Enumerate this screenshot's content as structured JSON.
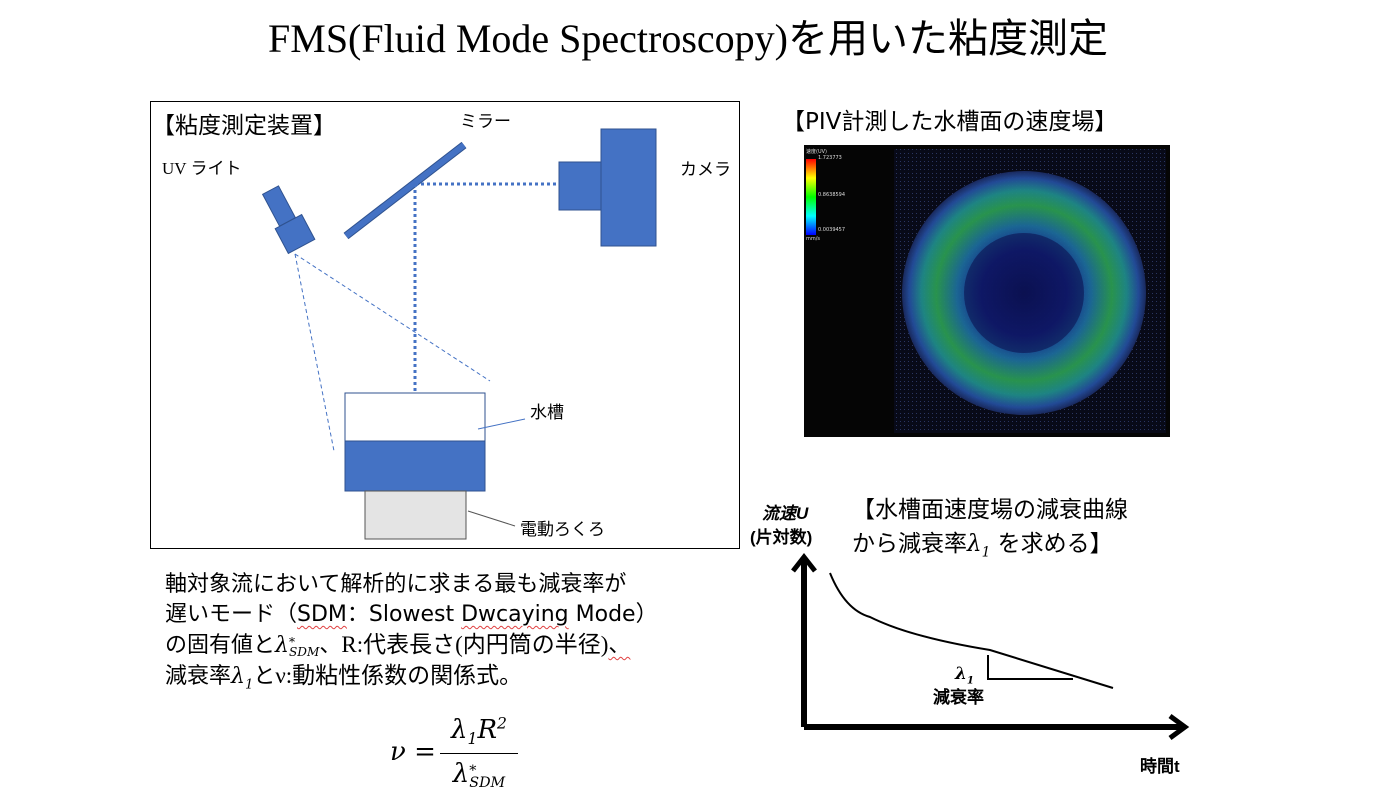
{
  "title": "FMS(Fluid Mode Spectroscopy)を用いた粘度測定",
  "apparatus": {
    "heading": "【粘度測定装置】",
    "labels": {
      "mirror": "ミラー",
      "uv_light": "UV ライト",
      "camera": "カメラ",
      "tank": "水槽",
      "turntable": "電動ろくろ"
    },
    "colors": {
      "blue": "#4472c4",
      "gray": "#e4e4e4"
    }
  },
  "piv": {
    "heading": "【PIV計測した水槽面の速度場】",
    "legend": {
      "title": "速度(UV)",
      "max": "1.723773",
      "mid": "0.8638594",
      "min": "0.0039457",
      "unit": "mm/s"
    }
  },
  "description": {
    "line1": "軸対象流において解析的に求まる最も減衰率が",
    "line2_pre": "遅いモード（",
    "line2_sdm": "SDM",
    "line2_sep": "：",
    "line2_slow": "Slowest",
    "line2_sp": " ",
    "line2_dw": "Dwcaying",
    "line2_post": " Mode）",
    "line3_a": "の固有値と",
    "line3_lambda": "λ",
    "line3_star": "*",
    "line3_sub": "SDM",
    "line3_b": "、",
    "line3_c": "R:代表長さ(内円筒の半径)",
    "line3_d": "、",
    "line4_a": "減衰率",
    "line4_lambda": "λ",
    "line4_sub": "1",
    "line4_b": "と",
    "line4_c": "ν:動粘性係数の関係式。"
  },
  "formula": {
    "nu": "ν",
    "eq": " = ",
    "num_lambda": "λ",
    "num_sub": "1",
    "num_R": "R",
    "num_sup": "2",
    "den_lambda": "λ",
    "den_star": "*",
    "den_sub": "SDM"
  },
  "decay": {
    "heading_line1": "【水槽面速度場の減衰曲線",
    "heading_line2_a": "から減衰率",
    "heading_lambda": "λ",
    "heading_sub": "1",
    "heading_line2_b": " を求める】",
    "y_label_1": "流速U",
    "y_label_2": "(片対数)",
    "x_label": "時間t",
    "slope_lambda": "λ",
    "slope_sub": "1",
    "slope_label": "減衰率"
  }
}
